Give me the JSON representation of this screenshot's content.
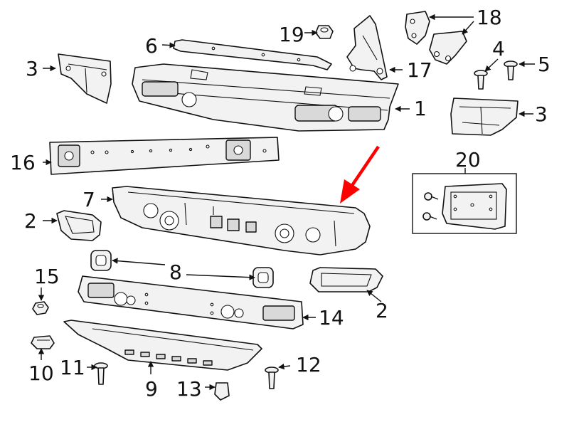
{
  "callouts": {
    "c1": "1",
    "c2a": "2",
    "c2b": "2",
    "c3a": "3",
    "c3b": "3",
    "c4": "4",
    "c5": "5",
    "c6": "6",
    "c7": "7",
    "c8": "8",
    "c9": "9",
    "c10": "10",
    "c11": "11",
    "c12": "12",
    "c13": "13",
    "c14": "14",
    "c15": "15",
    "c16": "16",
    "c17": "17",
    "c18": "18",
    "c19": "19",
    "c20": "20"
  },
  "colors": {
    "line": "#111111",
    "fill": "#f2f2f2",
    "highlight_arrow": "#ff0000",
    "background": "#ffffff"
  }
}
